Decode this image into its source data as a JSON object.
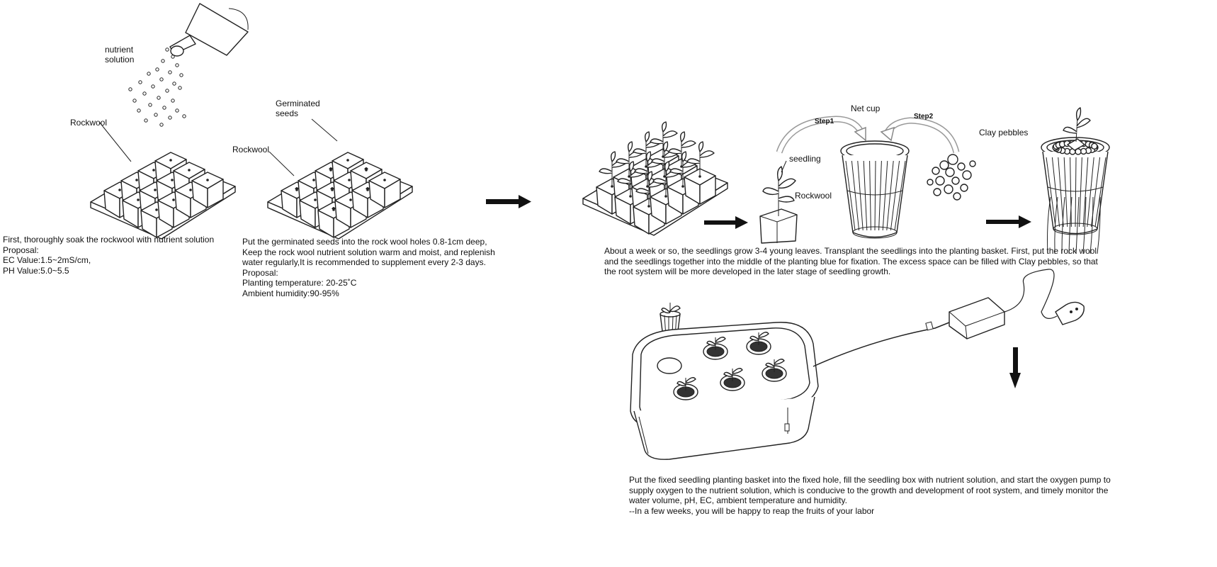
{
  "panel1": {
    "label_nutrient": "nutrient\nsolution",
    "label_rockwool": "Rockwool",
    "text_lines": [
      "First, thoroughly soak the rockwool with nutrient solution",
      "Proposal:",
      "EC Value:1.5~2mS/cm,",
      "PH Value:5.0~5.5"
    ]
  },
  "panel2": {
    "label_seeds": "Germinated\nseeds",
    "label_rockwool": "Rockwool",
    "text_lines": [
      "Put the germinated seeds into the rock wool holes 0.8-1cm deep,",
      "Keep the rock wool nutrient solution warm and moist, and replenish",
      "water regularly,It is recommended to supplement every 2-3 days.",
      "Proposal:",
      "Planting temperature: 20-25˚C",
      "Ambient humidity:90-95%"
    ]
  },
  "panel3": {
    "label_netcup": "Net cup",
    "label_step1": "Step1",
    "label_step2": "Step2",
    "label_clay": "Clay pebbles",
    "label_seedling": "seedling",
    "label_rockwool": "Rockwool",
    "text_lines": [
      "About a week or so, the seedlings grow 3-4 young leaves. Transplant the seedlings into the planting basket. First, put the rock wool",
      "and the seedlings together into the middle of the planting blue for fixation. The excess space can be filled with Clay pebbles, so that",
      "the root system will be more developed in the later stage of seedling growth."
    ]
  },
  "panel4": {
    "text_lines": [
      "Put the fixed seedling planting basket into the fixed hole, fill the seedling box with nutrient solution, and start the oxygen pump to",
      "supply oxygen to the nutrient solution, which is conducive to the growth and development of root system, and timely monitor the",
      "water volume, pH, EC, ambient temperature and humidity.",
      "--In a few weeks, you will be happy to reap the fruits of your labor"
    ]
  },
  "icons": {
    "watering_can": "watering-can-icon",
    "rockwool_tray": "rockwool-tray-icon",
    "arrow": "arrow-right-icon",
    "net_cup": "net-cup-icon",
    "clay_pebbles": "clay-pebbles-icon",
    "hydroponic_box": "hydroponic-box-icon",
    "air_pump": "air-pump-icon"
  }
}
